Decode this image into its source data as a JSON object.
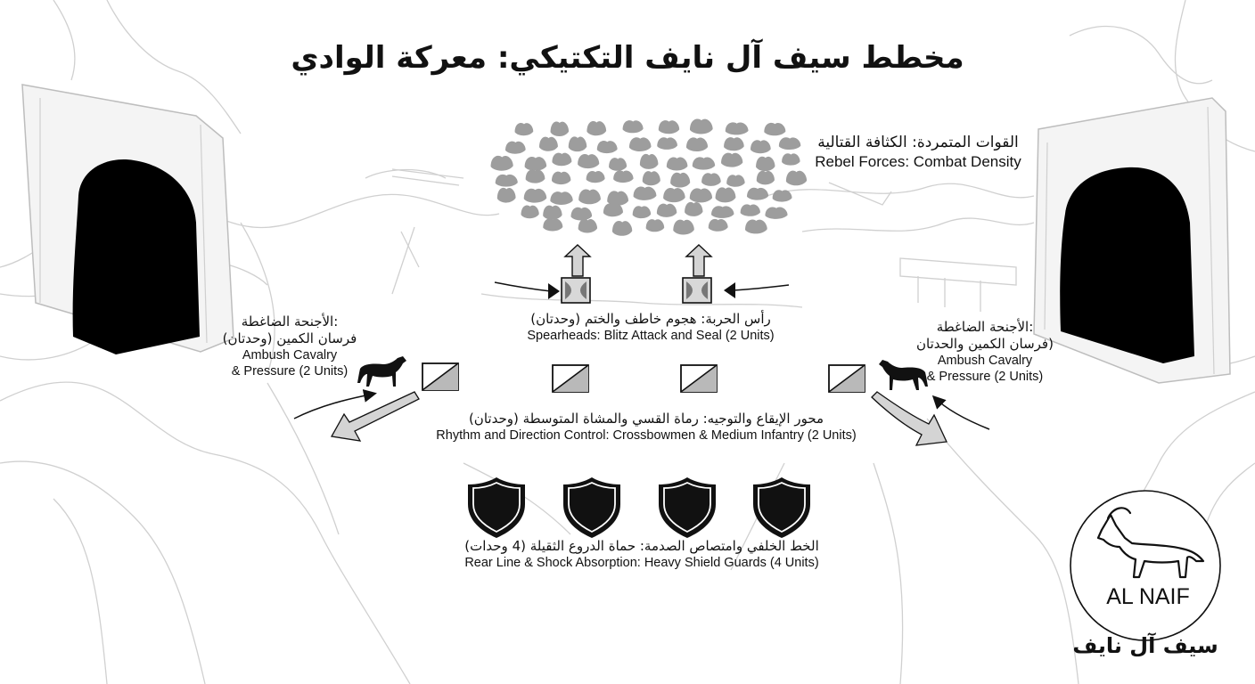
{
  "title": "مخطط سيف آل نايف التكتيكي: معركة الوادي",
  "rebel_forces": {
    "ar": "القوات المتمردة: الكثافة القتالية",
    "en": "Rebel Forces: Combat Density"
  },
  "spearheads": {
    "ar": "رأس الحربة: هجوم خاطف والختم (وحدتان)",
    "en": "Spearheads: Blitz Attack and Seal (2 Units)"
  },
  "left_wing": {
    "ar1": "الأجنحة الضاغطة:",
    "ar2": "فرسان الكمين (وحدتان)",
    "en1": "Ambush Cavalry",
    "en2": "& Pressure (2 Units)"
  },
  "right_wing": {
    "ar1": "الأجنحة الضاغطة:",
    "ar2": "فرسان الكمين والحدتان)",
    "en1": "Ambush Cavalry",
    "en2": "& Pressure (2 Units)"
  },
  "rhythm": {
    "ar": "محور الإيقاع والتوجيه: رماة القسي والمشاة المتوسطة (وحدتان)",
    "en": "Rhythm and Direction Control: Crossbowmen & Medium Infantry (2 Units)"
  },
  "rear_line": {
    "ar": "الخط الخلفي وامتصاص الصدمة: حماة الدروع الثقيلة (4 وحدات)",
    "en": "Rear Line & Shock Absorption: Heavy Shield Guards (4 Units)"
  },
  "brand": {
    "logo_text": "AL NAIF",
    "name_ar": "سيف آل نايف"
  },
  "icons": {
    "rebel_cluster": "rock-cluster-icon",
    "spearhead": "spearhead-unit-icon",
    "cavalry": "horse-icon",
    "infantry": "infantry-unit-icon",
    "shield": "shield-icon",
    "tunnel": "tunnel-gate-icon",
    "logo": "wolf-logo-icon"
  },
  "colors": {
    "ink": "#111111",
    "sketch": "#cfcfcf",
    "unit_fill": "#b9b9b9",
    "arrow_fill": "#d4d4d4",
    "rock": "#9d9d9d"
  }
}
